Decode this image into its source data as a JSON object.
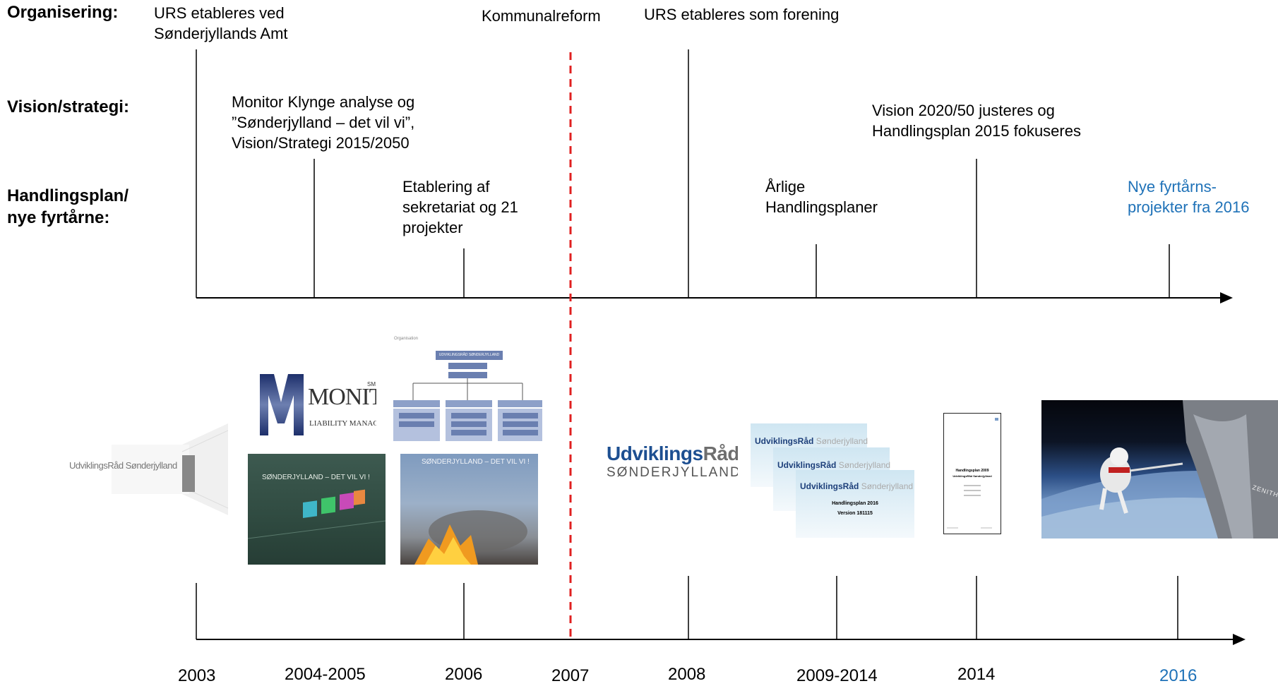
{
  "row_labels": {
    "organisering": "Organisering:",
    "vision": "Vision/strategi:",
    "handlingsplan_1": "Handlingsplan/",
    "handlingsplan_2": "nye fyrtårne:"
  },
  "events": {
    "urs_amt": [
      "URS etableres ved",
      "Sønderjyllands Amt"
    ],
    "kommunalreform": [
      "Kommunalreform"
    ],
    "urs_forening": [
      "URS etableres som forening"
    ],
    "monitor": [
      "Monitor Klynge analyse og",
      "”Sønderjylland – det vil vi”,",
      "Vision/Strategi 2015/2050"
    ],
    "vision_2020": [
      "Vision 2020/50 justeres og",
      "Handlingsplan 2015 fokuseres"
    ],
    "sekretariat": [
      "Etablering af",
      "sekretariat og 21",
      "projekter"
    ],
    "aarlige": [
      "Årlige",
      "Handlingsplaner"
    ],
    "nye_fyrtaarns": [
      "Nye fyrtårns-",
      "projekter fra 2016"
    ]
  },
  "years": [
    "2003",
    "2004-2005",
    "2006",
    "2007",
    "2008",
    "2009-2014",
    "2014",
    "2016"
  ],
  "images": {
    "urs_old_logo": "UdviklingsRåd Sønderjylland",
    "monitor_logo_word": "MONITOR",
    "monitor_logo_sm": "SM",
    "monitor_logo_sub": "LIABILITY MANAGERS INC.",
    "org_chart_title": "Organisation",
    "org_chart_top": "UDVIKLINGSRÅD SØNDERJYLLAND",
    "report1_title": "SØNDERJYLLAND – DET VIL VI !",
    "report2_title": "SØNDERJYLLAND – DET VIL VI !",
    "urs_logo_main_a": "Udviklings",
    "urs_logo_main_b": "Råd",
    "urs_logo_sub": "SØNDERJYLLAND",
    "stack_bold": "UdviklingsRåd",
    "stack_light": "Sønderjylland",
    "stack_doc_title": "Handlingsplan 2016",
    "stack_doc_version": "Version 181115",
    "doc_title": "Handlingsplan 2009",
    "doc_sub": "UdviklingsRåd Sønderjylland",
    "zenith": "ZENITH"
  },
  "colors": {
    "accent_blue": "#1f72b8",
    "reform_red": "#e02020",
    "urs_blue": "#1d4f91"
  }
}
